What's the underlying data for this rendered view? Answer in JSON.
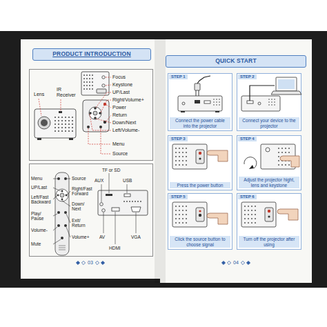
{
  "diagram": {
    "nodes": [
      {
        "text": [
          "03"
        ]
      },
      {
        "text": [
          "PRODUCT INTRODUCTION"
        ],
        "in": 0
      },
      {
        "text": [
          "Focus",
          "Keystone",
          "UP/Last",
          "Lens",
          "IR Receiver",
          "Right/Volume+",
          "Power",
          "Return",
          "Down/Next",
          "Left/Volume-",
          "Menu",
          "Source"
        ],
        "in": 0
      },
      {
        "text": [
          "TF or SD",
          "Menu",
          "Source",
          "AUX",
          "USB",
          "UP/Last",
          "Right/Fast Forward",
          "Left/Fast Backward",
          "Down/ Next",
          "Play/ Pause",
          "Exit/ Return",
          "AV",
          "Volume-",
          "Volume+",
          "HDMI",
          "VGA",
          "Mute"
        ],
        "in": 0
      },
      {
        "text": [
          "04"
        ]
      },
      {
        "text": [
          "QUICK START"
        ],
        "in": 4
      },
      {
        "text": [
          "STEP 1",
          "Connect the power cable into the projector"
        ],
        "in": 4
      },
      {
        "text": [
          "STEP 2",
          "Connect your device to the projector"
        ],
        "in": 4
      },
      {
        "text": [
          "STEP 3",
          "Press the power button"
        ],
        "in": 4
      },
      {
        "text": [
          "STEP 4",
          "Adjust the projector hight, lens and keystone"
        ],
        "in": 4
      },
      {
        "text": [
          "STEP 5",
          "Click the source button to choose signal"
        ],
        "in": 4
      },
      {
        "text": [
          "STEP 6",
          "Turn off the projector after using"
        ],
        "in": 4
      }
    ]
  }
}
